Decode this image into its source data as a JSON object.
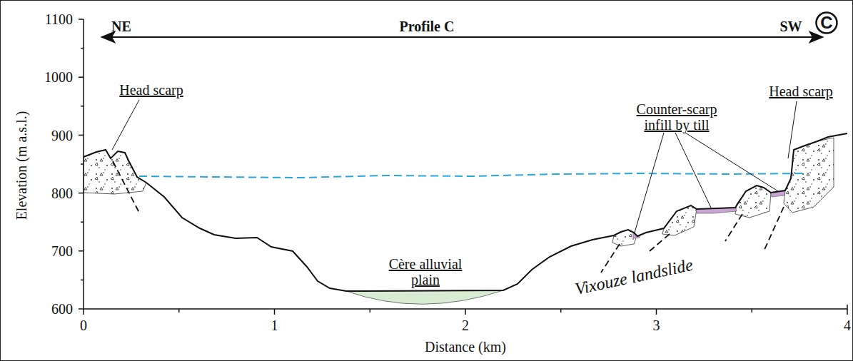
{
  "diagram": {
    "nodes": [
      {
        "text": [
          "C"
        ]
      }
    ],
    "labels": [
      "NE",
      "Profile C",
      "SW",
      "1100",
      "1000",
      "900",
      "800",
      "700",
      "600",
      "Elevation (m a.s.l.)",
      "0",
      "1",
      "2",
      "3",
      "4",
      "Distance (km)",
      "Head scarp",
      "Head scarp",
      "Counter-scarp infill by till",
      "Cère alluvial plain",
      "Vixouze landslide"
    ]
  }
}
